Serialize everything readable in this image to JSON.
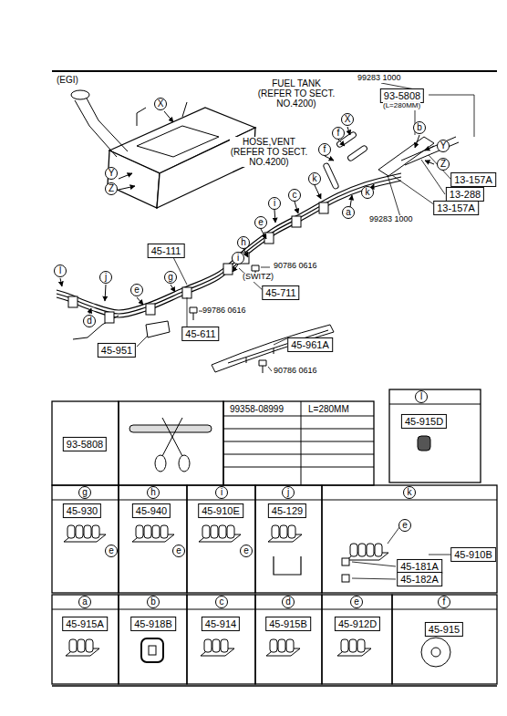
{
  "diagram": {
    "nodes": [
      {
        "text": [
          "X"
        ]
      },
      {
        "text": [
          "Y"
        ]
      },
      {
        "text": [
          "Z"
        ]
      },
      {
        "text": [
          "X"
        ]
      },
      {
        "text": [
          "f"
        ]
      },
      {
        "text": [
          "f"
        ]
      },
      {
        "text": [
          "b"
        ]
      },
      {
        "text": [
          "Y"
        ]
      },
      {
        "text": [
          "Z"
        ]
      },
      {
        "text": [
          "k"
        ]
      },
      {
        "text": [
          "c"
        ]
      },
      {
        "text": [
          "i"
        ]
      },
      {
        "text": [
          "e"
        ]
      },
      {
        "text": [
          "h"
        ]
      },
      {
        "text": [
          "i"
        ]
      },
      {
        "text": [
          "l"
        ]
      },
      {
        "text": [
          "j"
        ]
      },
      {
        "text": [
          "g"
        ]
      },
      {
        "text": [
          "e"
        ]
      },
      {
        "text": [
          "d"
        ]
      },
      {
        "text": [
          "a"
        ]
      },
      {
        "text": [
          "k"
        ]
      },
      {
        "text": [
          "93-5808"
        ]
      },
      {
        "text": [
          "13-157A"
        ]
      },
      {
        "text": [
          "13-288"
        ]
      },
      {
        "text": [
          "13-157A"
        ]
      },
      {
        "text": [
          "45-111"
        ]
      },
      {
        "text": [
          "45-711"
        ]
      },
      {
        "text": [
          "45-611"
        ]
      },
      {
        "text": [
          "45-951"
        ]
      },
      {
        "text": [
          "45-961A"
        ]
      },
      {
        "text": [
          "93-5808"
        ]
      },
      {
        "text": [
          "l"
        ]
      },
      {
        "text": [
          "45-915D"
        ]
      },
      {
        "text": [
          "g"
        ]
      },
      {
        "text": [
          "45-930"
        ]
      },
      {
        "text": [
          "e"
        ]
      },
      {
        "text": [
          "h"
        ]
      },
      {
        "text": [
          "45-940"
        ]
      },
      {
        "text": [
          "e"
        ]
      },
      {
        "text": [
          "i"
        ]
      },
      {
        "text": [
          "45-910E"
        ]
      },
      {
        "text": [
          "e"
        ]
      },
      {
        "text": [
          "j"
        ]
      },
      {
        "text": [
          "45-129"
        ]
      },
      {
        "text": [
          "k"
        ]
      },
      {
        "text": [
          "e"
        ]
      },
      {
        "text": [
          "45-181A"
        ]
      },
      {
        "text": [
          "45-182A"
        ]
      },
      {
        "text": [
          "45-910B"
        ]
      },
      {
        "text": [
          "a"
        ]
      },
      {
        "text": [
          "45-915A"
        ]
      },
      {
        "text": [
          "b"
        ]
      },
      {
        "text": [
          "45-918B"
        ]
      },
      {
        "text": [
          "c"
        ]
      },
      {
        "text": [
          "45-914"
        ]
      },
      {
        "text": [
          "d"
        ]
      },
      {
        "text": [
          "45-915B"
        ]
      },
      {
        "text": [
          "e"
        ]
      },
      {
        "text": [
          "45-912D"
        ]
      },
      {
        "text": [
          "f"
        ]
      },
      {
        "text": [
          "45-915"
        ]
      }
    ],
    "labels": [
      "(EGI)",
      "FUEL TANK (REFER TO SECT. NO.4200)",
      "99283 1000",
      "(L=280MM)",
      "HOSE,VENT (REFER TO SECT. NO.4200)",
      "99283 1000",
      "(SWITZ)",
      "90786 0616",
      "99786 0616",
      "90786 0616",
      "99358-08999",
      "L=280MM"
    ]
  }
}
